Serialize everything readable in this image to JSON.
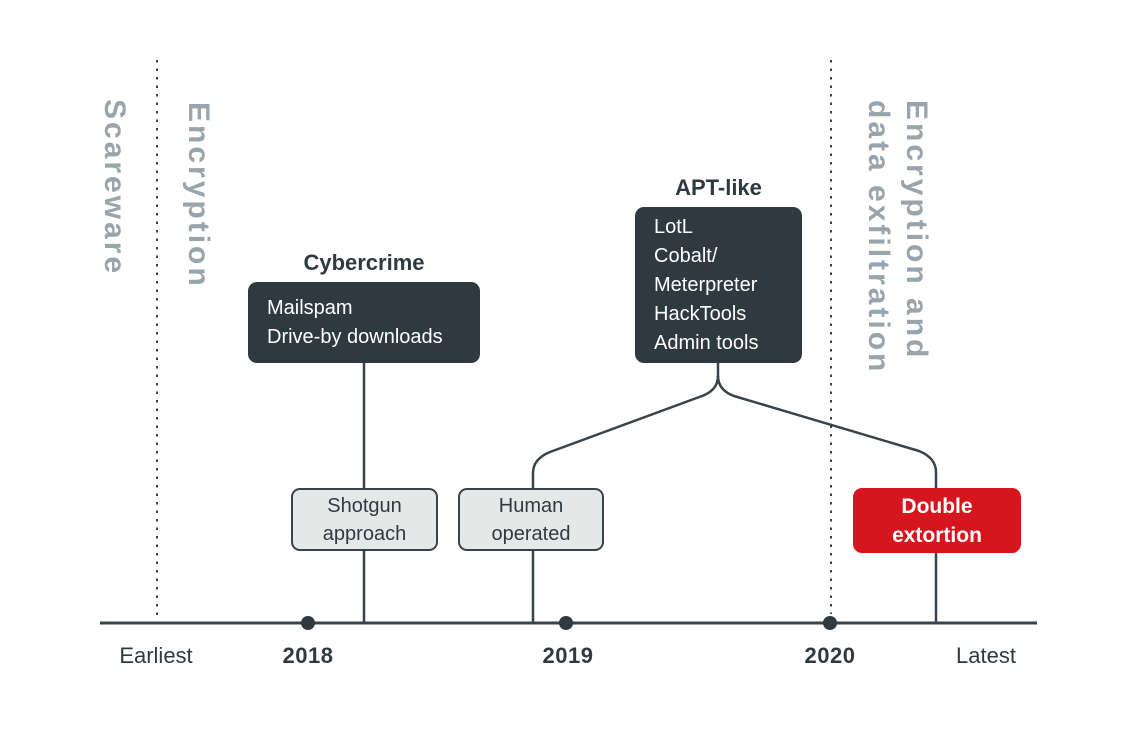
{
  "colors": {
    "dark": "#2f3a40",
    "line": "#39434a",
    "muted": "#9aa5ab",
    "light-fill": "#e4e9e8",
    "accent-red": "#d6161e",
    "white": "#ffffff"
  },
  "eras": {
    "scareware": "Scareware",
    "encryption": "Encryption",
    "exfiltration_line1": "Encryption and",
    "exfiltration_line2": "data exfiltration"
  },
  "groups": [
    {
      "title": "Cybercrime",
      "items": [
        "Mailspam",
        "Drive-by downloads"
      ]
    },
    {
      "title": "APT-like",
      "items": [
        "LotL",
        "Cobalt/",
        "Meterpreter",
        "HackTools",
        "Admin tools"
      ]
    }
  ],
  "stages": [
    {
      "line1": "Shotgun",
      "line2": "approach"
    },
    {
      "line1": "Human",
      "line2": "operated"
    },
    {
      "line1": "Double",
      "line2": "extortion"
    }
  ],
  "timeline": {
    "start_label": "Earliest",
    "years": [
      "2018",
      "2019",
      "2020"
    ],
    "end_label": "Latest"
  }
}
